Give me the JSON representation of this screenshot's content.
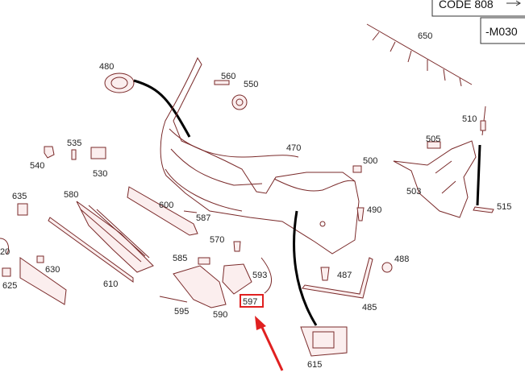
{
  "corner_box_top": "CODE 808",
  "corner_box_bottom": "-M030",
  "callouts": {
    "p650": "650",
    "p480": "480",
    "p560": "560",
    "p550": "550",
    "p535": "535",
    "p540": "540",
    "p530": "530",
    "p470": "470",
    "p510": "510",
    "p505": "505",
    "p500": "500",
    "p503": "503",
    "p635": "635",
    "p580": "580",
    "p600": "600",
    "p587": "587",
    "p490": "490",
    "p515": "515",
    "p570": "570",
    "p620": "20",
    "p630": "630",
    "p625": "625",
    "p585": "585",
    "p593": "593",
    "p488": "488",
    "p487": "487",
    "p610": "610",
    "p597": "597",
    "p595": "595",
    "p590": "590",
    "p485": "485",
    "p615": "615"
  },
  "highlight": {
    "part": "597",
    "color": "#e02020"
  },
  "colors": {
    "line": "#7a2a2a",
    "accent": "#e02020"
  }
}
